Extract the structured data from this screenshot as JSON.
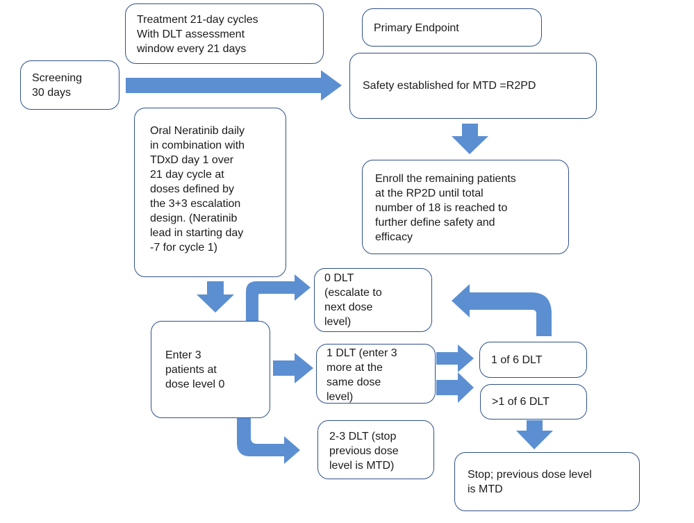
{
  "boxes": {
    "treatment": "Treatment 21-day cycles\nWith DLT assessment\nwindow every 21 days",
    "primary": "Primary Endpoint",
    "screening": "Screening\n30 days",
    "safety": "Safety established for MTD =R2PD",
    "oral": "Oral Neratinib daily\nin combination with\nTDxD day 1 over\n21 day cycle at\ndoses defined by\nthe 3+3 escalation\ndesign. (Neratinib\nlead in starting day\n-7 for cycle 1)",
    "enroll": "Enroll the remaining patients\nat the RP2D until total\nnumber of 18 is reached to\nfurther define safety and\nefficacy",
    "dlt0": "0 DLT\n(escalate to\nnext dose\nlevel)",
    "enter3": "Enter 3\npatients at\ndose level 0",
    "dlt1": "1 DLT (enter 3\nmore at the\nsame dose\nlevel)",
    "one_of_six": "1 of 6 DLT",
    "gt1_of_six": ">1 of 6 DLT",
    "dlt23": "2-3 DLT (stop\nprevious dose\nlevel is MTD)",
    "stop": "Stop; previous dose level\nis MTD"
  },
  "colors": {
    "arrow_fill": "#5b8fd1",
    "box_border": "#2e4f8a"
  }
}
